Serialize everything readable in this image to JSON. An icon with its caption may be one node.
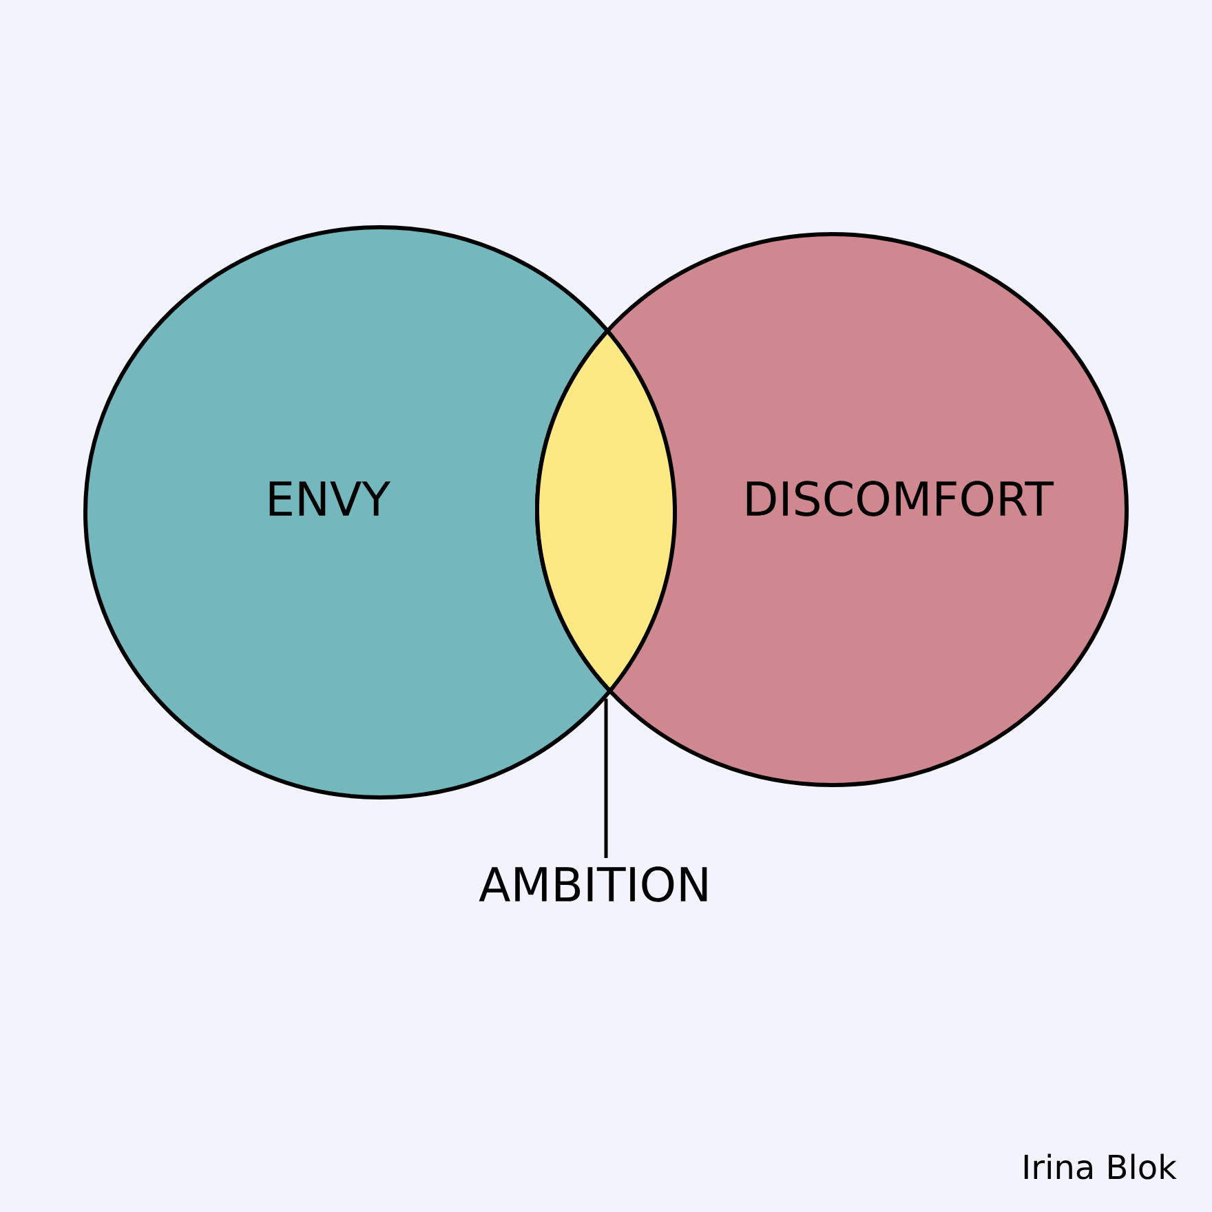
{
  "diagram": {
    "nodes": [
      {
        "text": [
          "ENVY"
        ]
      },
      {
        "text": [
          "DISCOMFORT"
        ]
      },
      {
        "text": [],
        "shape": "lens"
      },
      {
        "text": [
          "AMBITION"
        ]
      }
    ],
    "edges": [
      {
        "from": 3,
        "to": 2,
        "arrow": "none"
      }
    ],
    "labels": [
      "Irina Blok"
    ]
  }
}
